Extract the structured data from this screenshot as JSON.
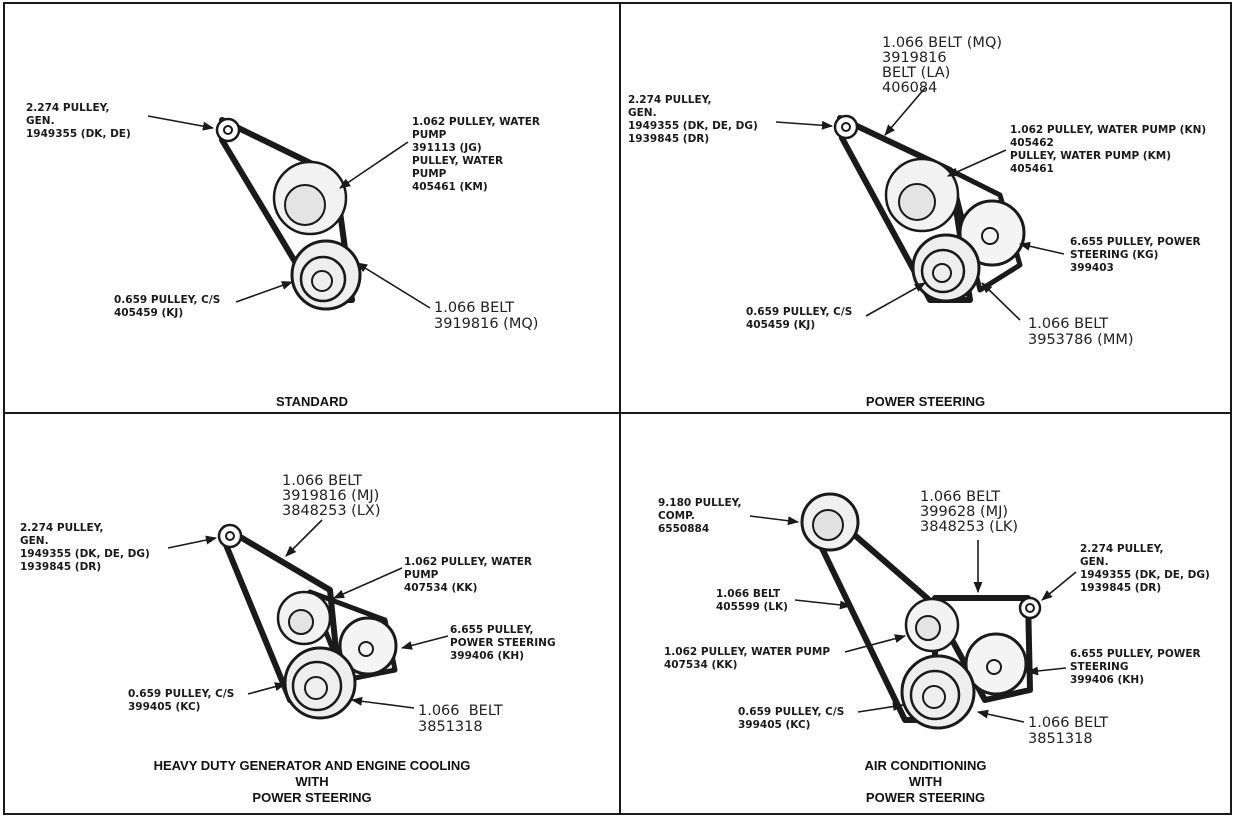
{
  "colors": {
    "ink": "#1a1a1a",
    "paper": "#ffffff",
    "shade": "#e8e8e8"
  },
  "panels": {
    "standard": {
      "title": "STANDARD",
      "gen_pulley": "2.274 PULLEY,\nGEN.\n1949355 (DK, DE)",
      "water_pump": "1.062 PULLEY, WATER\nPUMP\n391113 (JG)\nPULLEY, WATER\nPUMP\n405461 (KM)",
      "cs_pulley": "0.659 PULLEY, C/S\n405459 (KJ)",
      "belt": "1.066 BELT\n3919816 (MQ)"
    },
    "power_steering": {
      "title": "POWER STEERING",
      "belt_top": "1.066 BELT (MQ)\n3919816\nBELT (LA)\n406084",
      "gen_pulley": "2.274 PULLEY,\nGEN.\n1949355 (DK, DE, DG)\n1939845 (DR)",
      "water_pump": "1.062 PULLEY, WATER PUMP (KN)\n405462\nPULLEY, WATER PUMP (KM)\n405461",
      "ps_pulley": "6.655 PULLEY, POWER\nSTEERING (KG)\n399403",
      "cs_pulley": "0.659 PULLEY, C/S\n405459 (KJ)",
      "belt": "1.066 BELT\n3953786 (MM)"
    },
    "heavy_duty": {
      "title_line1": "HEAVY DUTY GENERATOR AND ENGINE COOLING",
      "title_line2": "WITH",
      "title_line3": "POWER STEERING",
      "belt_top": "1.066 BELT\n3919816 (MJ)\n3848253 (LX)",
      "gen_pulley": "2.274 PULLEY,\nGEN.\n1949355 (DK, DE, DG)\n1939845 (DR)",
      "water_pump": "1.062 PULLEY, WATER\nPUMP\n407534 (KK)",
      "ps_pulley": "6.655 PULLEY,\nPOWER STEERING\n399406 (KH)",
      "cs_pulley": "0.659 PULLEY, C/S\n399405 (KC)",
      "belt": "1.066  BELT\n3851318"
    },
    "air_conditioning": {
      "title_line1": "AIR CONDITIONING",
      "title_line2": "WITH",
      "title_line3": "POWER STEERING",
      "comp_pulley": "9.180 PULLEY,\nCOMP.\n6550884",
      "belt_top": "1.066 BELT\n399628 (MJ)\n3848253 (LK)",
      "gen_pulley": "2.274 PULLEY,\nGEN.\n1949355 (DK, DE, DG)\n1939845 (DR)",
      "belt_left": "1.066 BELT\n405599 (LK)",
      "water_pump": "1.062 PULLEY, WATER PUMP\n407534 (KK)",
      "ps_pulley": "6.655 PULLEY, POWER\nSTEERING\n399406 (KH)",
      "cs_pulley": "0.659 PULLEY, C/S\n399405 (KC)",
      "belt": "1.066 BELT\n3851318"
    }
  }
}
